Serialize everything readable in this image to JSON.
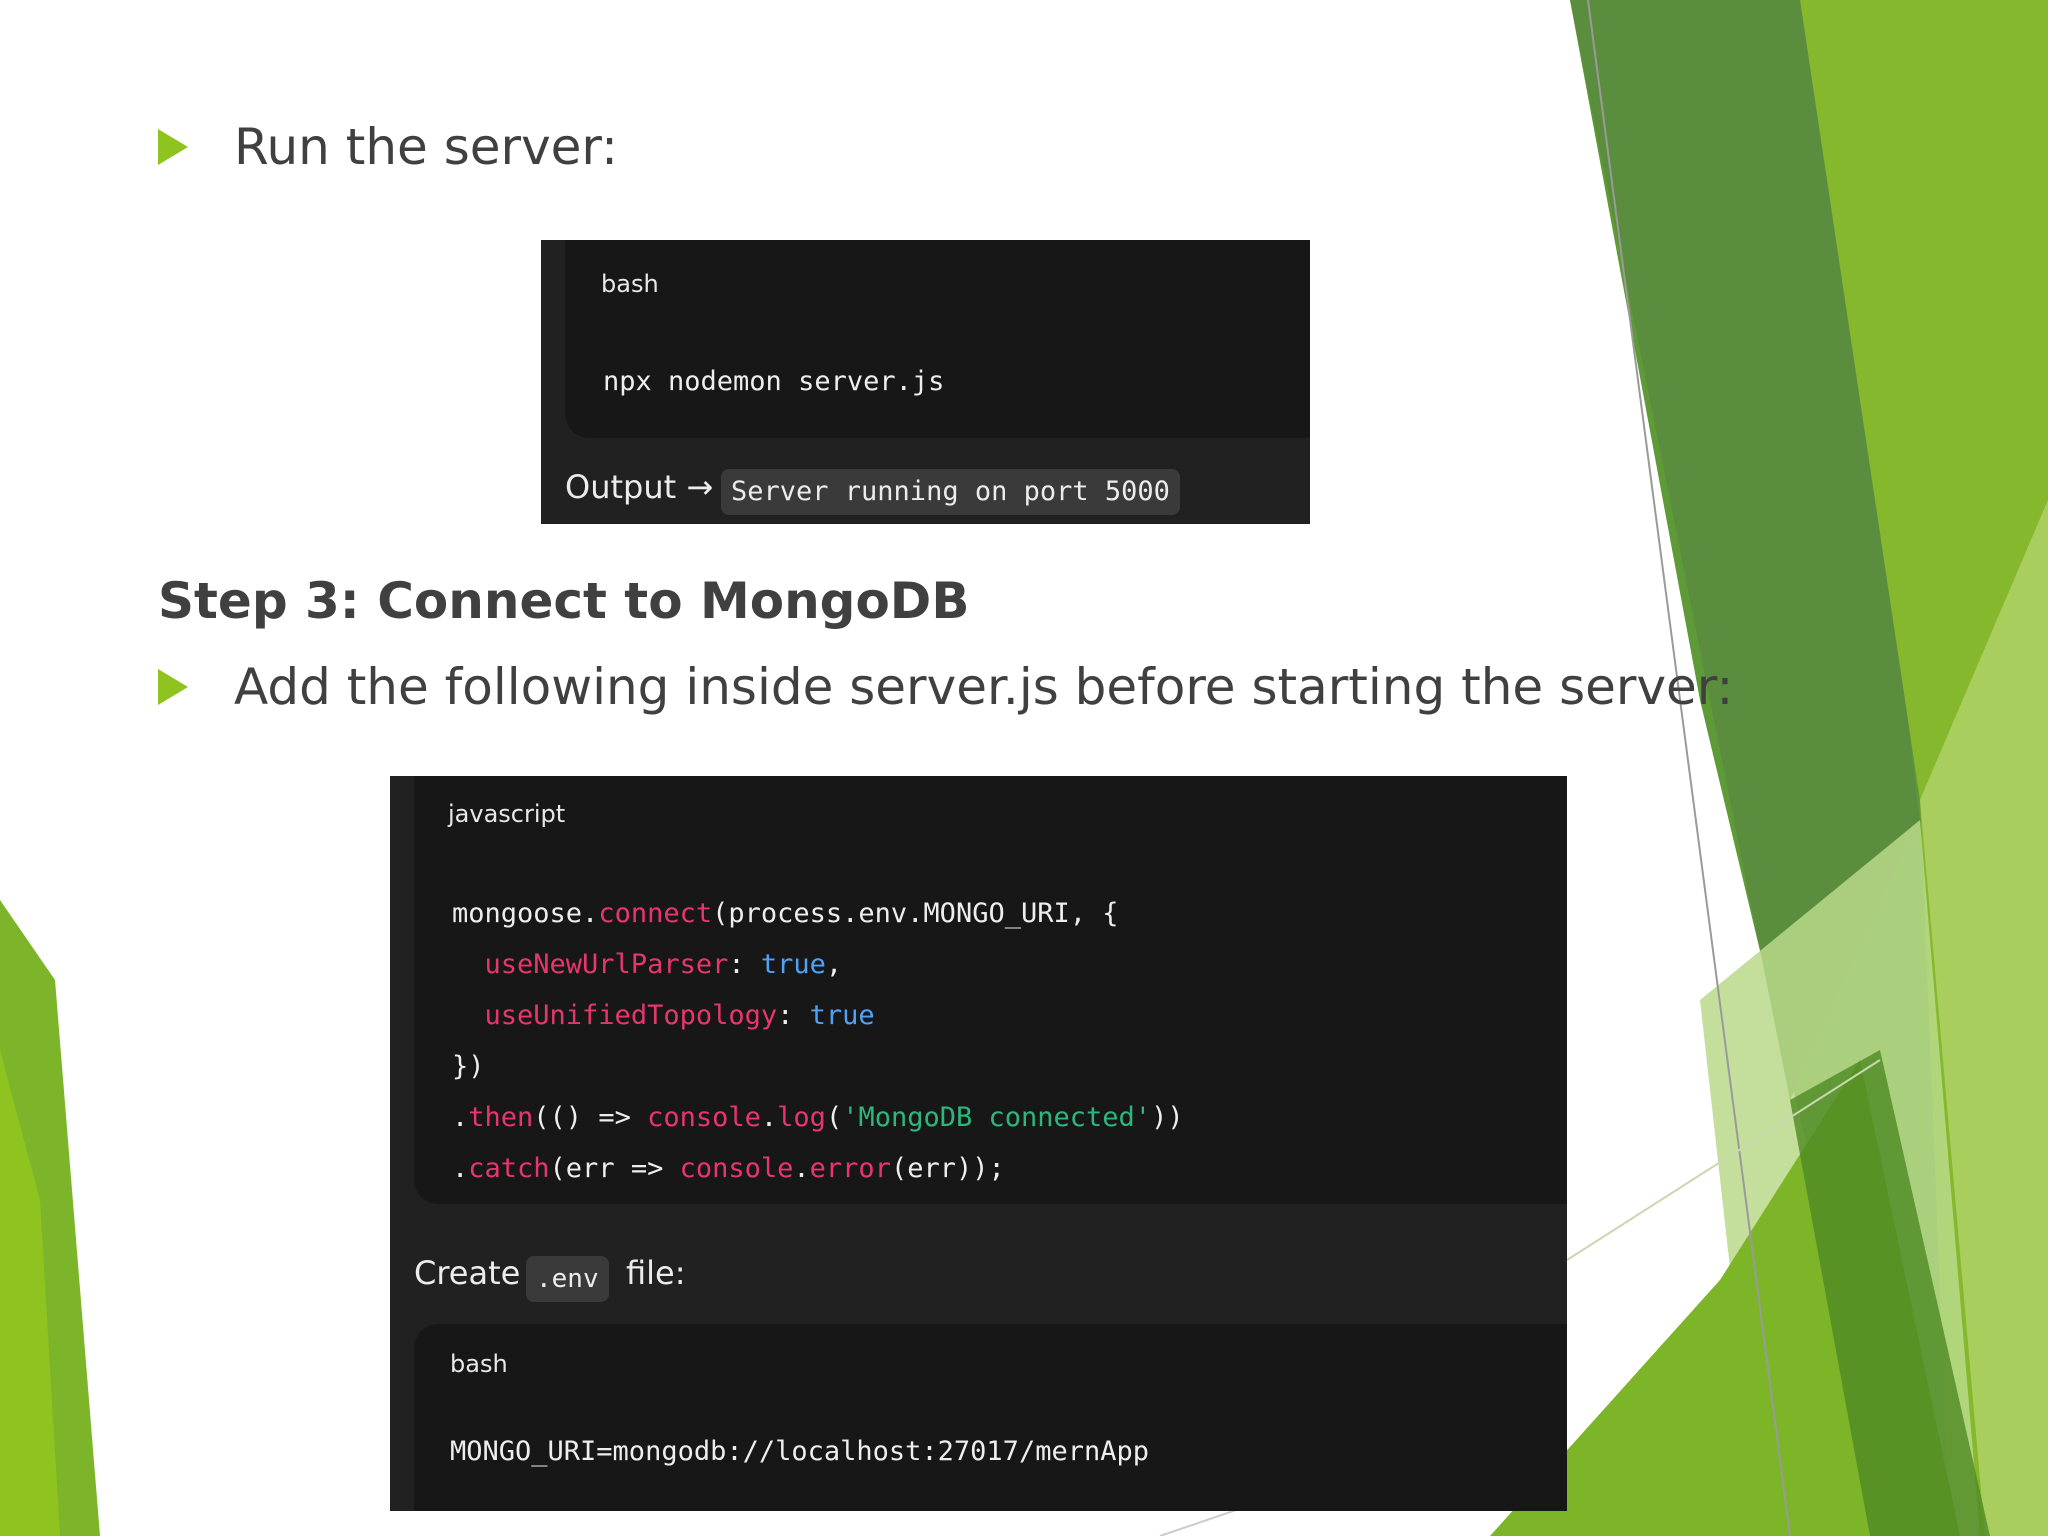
{
  "bullets": {
    "run_server": "Run the server:",
    "add_following": "Add the following inside server.js before starting the server:"
  },
  "heading": "Step 3: Connect to MongoDB",
  "code1": {
    "lang": "bash",
    "line": "npx nodemon server.js",
    "output_label": "Output →",
    "output_value": "Server running on port 5000"
  },
  "code2": {
    "lang": "javascript",
    "l1_obj": "mongoose.",
    "l1_fn": "connect",
    "l1_rest": "(process.env.MONGO_URI, {",
    "l2_key": "useNewUrlParser",
    "l2_colon": ": ",
    "l2_val": "true",
    "l2_end": ",",
    "l3_key": "useUnifiedTopology",
    "l3_colon": ": ",
    "l3_val": "true",
    "l4": "})",
    "l5_dot": ".",
    "l5_fn": "then",
    "l5_mid": "(() => ",
    "l5_obj": "console",
    "l5_dot2": ".",
    "l5_fn2": "log",
    "l5_paren": "(",
    "l5_str": "'MongoDB connected'",
    "l5_end": "))",
    "l6_dot": ".",
    "l6_fn": "catch",
    "l6_mid": "(err => ",
    "l6_obj": "console",
    "l6_dot2": ".",
    "l6_fn2": "error",
    "l6_end": "(err));"
  },
  "env": {
    "create_label": "Create",
    "file_name": ".env",
    "file_label": "file:",
    "lang": "bash",
    "line": "MONGO_URI=mongodb://localhost:27017/mernApp"
  },
  "colors": {
    "accent_green": "#8fc31f",
    "text": "#404040",
    "code_bg": "#171717"
  }
}
